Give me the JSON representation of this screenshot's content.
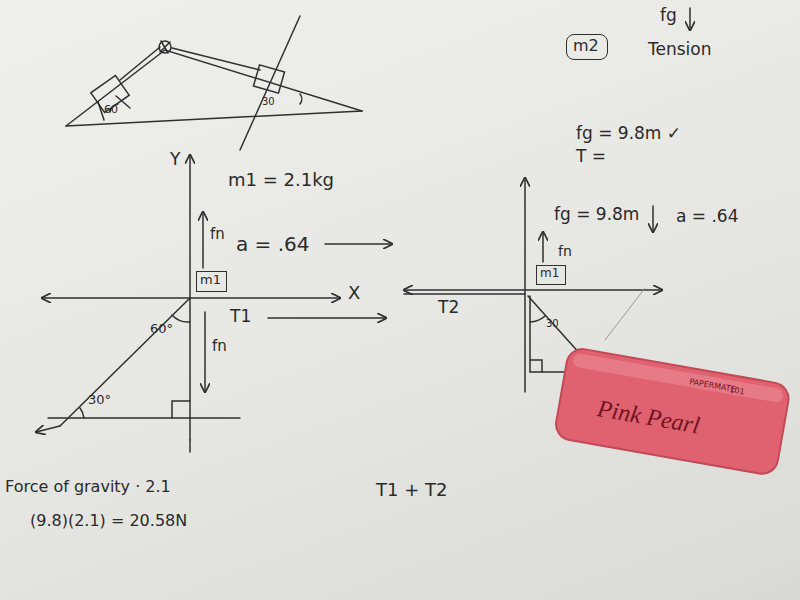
{
  "diagram": {
    "nodes": [
      {
        "text": [
          "m2"
        ]
      },
      {
        "text": [
          "m1"
        ]
      },
      {
        "text": [
          "m1"
        ]
      }
    ],
    "labels": [
      "60",
      "30",
      "fg",
      "Tension",
      "fg = 9.8m ✓",
      "T =",
      "Y",
      "m1 = 2.1kg",
      "fn",
      "a = .64",
      "X",
      "T1",
      "fn",
      "60°",
      "30°",
      "Force of gravity · 2.1",
      "(9.8)(2.1) = 20.58N",
      "T1 + T2",
      "fg = 9.8m",
      "a = .64",
      "fn",
      "T2",
      "30",
      "PAPERMATE",
      "Pink Pearl",
      "101"
    ]
  }
}
